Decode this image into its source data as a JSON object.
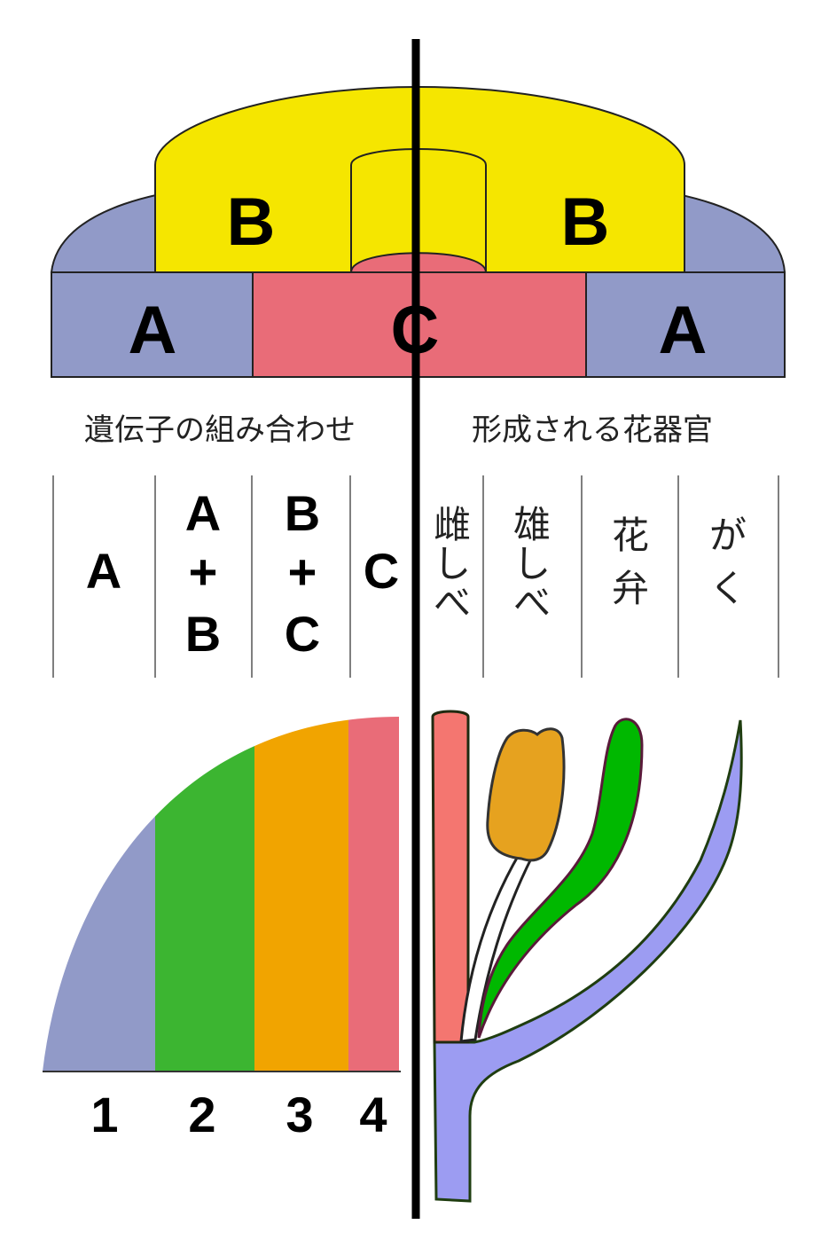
{
  "colors": {
    "gene_a": "#919ac8",
    "gene_b": "#f5e600",
    "gene_c": "#e96c78",
    "whorl_green": "#3cb531",
    "whorl_orange": "#f1a400",
    "pistil_fill": "#f47670",
    "stamen_fill": "#e6a21f",
    "petal_fill": "#00b800",
    "sepal_fill": "#9c9cf2",
    "sepal_edge": "#7aa84a",
    "divider": "#000000",
    "column_line": "#555555"
  },
  "genes": {
    "b_left": "B",
    "b_right": "B",
    "a_left": "A",
    "c_center": "C",
    "a_right": "A"
  },
  "headers": {
    "left": "遺伝子の組み合わせ",
    "right": "形成される花器官"
  },
  "combinations": [
    {
      "lines": [
        "A"
      ]
    },
    {
      "lines": [
        "A",
        "+",
        "B"
      ]
    },
    {
      "lines": [
        "B",
        "+",
        "C"
      ]
    },
    {
      "lines": [
        "C"
      ]
    }
  ],
  "organs": [
    {
      "chars": [
        "雌",
        "し",
        "べ"
      ]
    },
    {
      "chars": [
        "雄",
        "し",
        "べ"
      ]
    },
    {
      "chars": [
        "花",
        "弁"
      ]
    },
    {
      "chars": [
        "が",
        "く"
      ]
    }
  ],
  "whorl_numbers": [
    "1",
    "2",
    "3",
    "4"
  ],
  "icons": {
    "pistil": "pistil-icon",
    "stamen": "stamen-icon",
    "petal": "petal-icon",
    "sepal": "sepal-icon"
  }
}
